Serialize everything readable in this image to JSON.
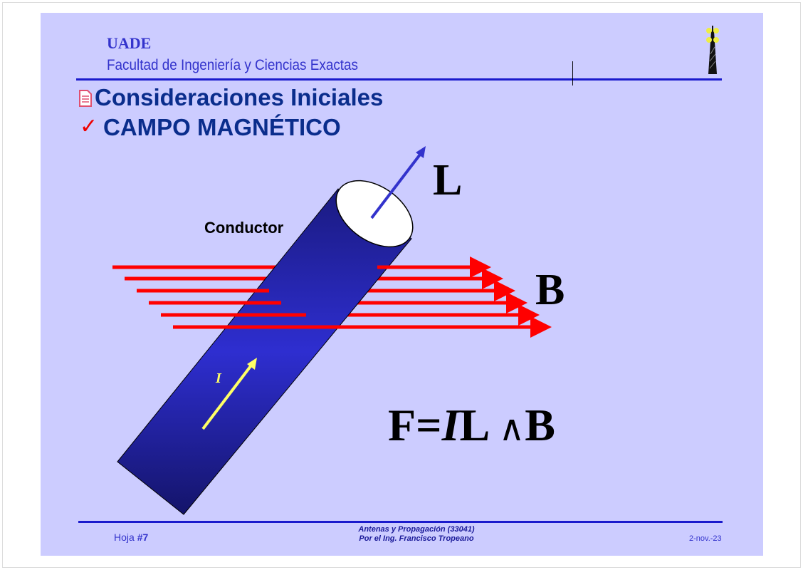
{
  "header": {
    "institution": "UADE",
    "faculty": "Facultad de Ingeniería y Ciencias Exactas"
  },
  "slide": {
    "title": "Consideraciones Iniciales",
    "subtitle": "CAMPO MAGNÉTICO",
    "check_mark": "✓",
    "conductor_label": "Conductor",
    "L_label": "L",
    "B_label": "B",
    "I_label": "I",
    "formula": {
      "F": "F",
      "eq": "=",
      "I": "I",
      "L": "L",
      "op": "∧",
      "B": "B"
    }
  },
  "colors": {
    "background": "#ccccff",
    "conductor": "#2a2ac8",
    "field_arrows": "#ff0000",
    "current_arrow": "#ffff66",
    "L_arrow": "#3333cc"
  },
  "footer": {
    "page_prefix": "Hoja ",
    "page_number": "#7",
    "course": "Antenas y Propagación (33041)",
    "author": "Por el Ing. Francisco Tropeano",
    "date": "2-nov.-23"
  }
}
